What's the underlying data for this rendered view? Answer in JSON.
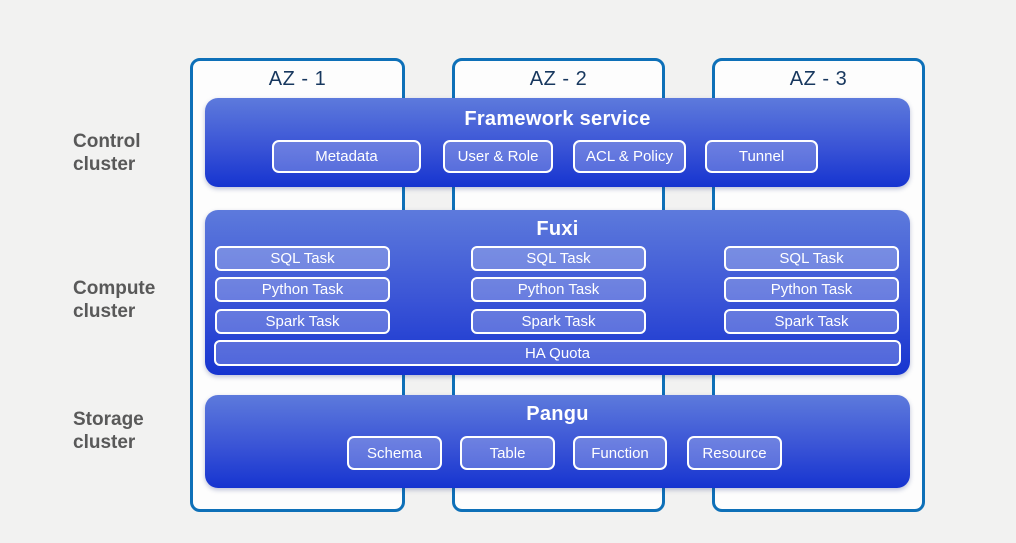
{
  "diagram": {
    "cluster_labels": [
      {
        "text": "Control\ncluster"
      },
      {
        "text": "Compute\ncluster"
      },
      {
        "text": "Storage\ncluster"
      }
    ],
    "az_columns": [
      {
        "label": "AZ - 1"
      },
      {
        "label": "AZ - 2"
      },
      {
        "label": "AZ - 3"
      }
    ],
    "panels": {
      "framework": {
        "title": "Framework service",
        "buttons": [
          "Metadata",
          "User & Role",
          "ACL & Policy",
          "Tunnel"
        ]
      },
      "fuxi": {
        "title": "Fuxi",
        "columns": [
          {
            "tasks": [
              "SQL Task",
              "Python Task",
              "Spark Task"
            ]
          },
          {
            "tasks": [
              "SQL Task",
              "Python Task",
              "Spark Task"
            ]
          },
          {
            "tasks": [
              "SQL Task",
              "Python Task",
              "Spark Task"
            ]
          }
        ],
        "ha_bar": "HA Quota"
      },
      "pangu": {
        "title": "Pangu",
        "buttons": [
          "Schema",
          "Table",
          "Function",
          "Resource"
        ]
      }
    },
    "colors": {
      "background": "#f2f2f1",
      "az_border": "#0e70b8",
      "az_title_text": "#17375e",
      "panel_gradient_top": "#5d7adc",
      "panel_gradient_bottom": "#1634d0",
      "cluster_label_text": "#595959",
      "pill_text": "#ffffff"
    }
  }
}
